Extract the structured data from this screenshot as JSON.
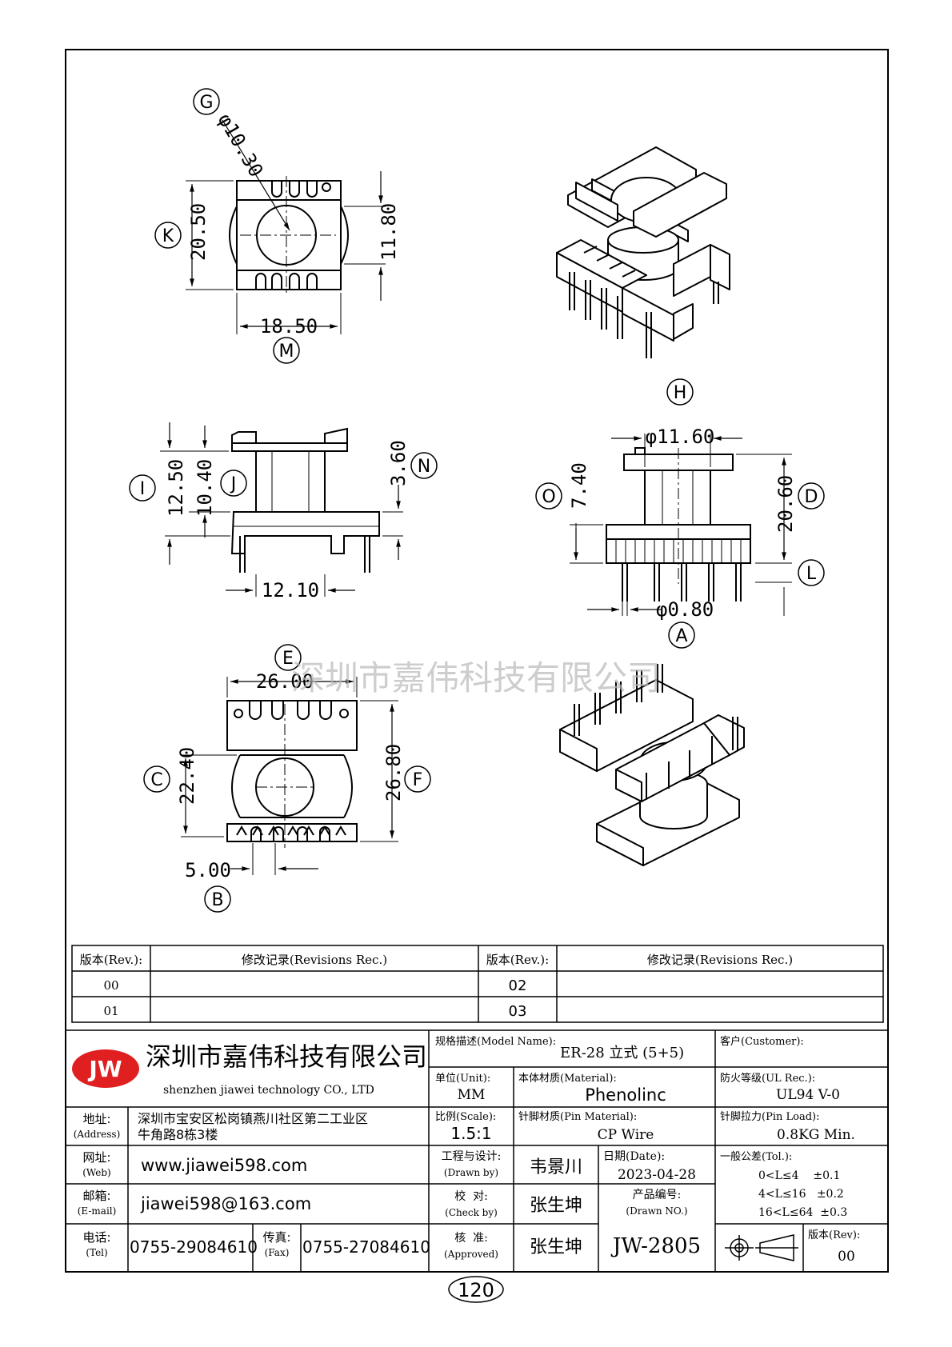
{
  "watermark": "深圳市嘉伟科技有限公司",
  "dims": {
    "G": {
      "letter": "G",
      "value": "φ10.30"
    },
    "K": {
      "letter": "K",
      "value": "20.50"
    },
    "M": {
      "letter": "M",
      "value": "18.50"
    },
    "top_right": "11.80",
    "H": {
      "letter": "H",
      "value": "φ11.60"
    },
    "I": {
      "letter": "I",
      "value": "12.50"
    },
    "J": {
      "letter": "J",
      "value": "10.40"
    },
    "N": {
      "letter": "N",
      "value": "3.60"
    },
    "side_bottom": "12.10",
    "O": {
      "letter": "O",
      "value": "7.40"
    },
    "D": {
      "letter": "D",
      "value": "20.60"
    },
    "L": {
      "letter": "L"
    },
    "A": {
      "letter": "A",
      "value": "φ0.80"
    },
    "E": {
      "letter": "E",
      "value": "26.00"
    },
    "C": {
      "letter": "C",
      "value": "22.40"
    },
    "F": {
      "letter": "F",
      "value": "26.80"
    },
    "B": {
      "letter": "B",
      "value": "5.00"
    }
  },
  "revisions": {
    "header_rev": "版本(Rev.):",
    "header_rec": "修改记录(Revisions Rec.)",
    "rows": [
      "00",
      "01",
      "02",
      "03"
    ]
  },
  "company": {
    "logo": "JW",
    "name_cn": "深圳市嘉伟科技有限公司",
    "name_en": "shenzhen   jiawei   technology   CO., LTD",
    "address_label": "地址:",
    "address_label_en": "(Address)",
    "address_line1": "深圳市宝安区松岗镇燕川社区第二工业区",
    "address_line2": "牛角路8栋3楼",
    "web_label": "网址:",
    "web_label_en": "(Web)",
    "web": "www.jiawei598.com",
    "email_label": "邮箱:",
    "email_label_en": "(E-mail)",
    "email": "jiawei598@163.com",
    "tel_label": "电话:",
    "tel_label_en": "(Tel)",
    "tel": "0755-29084610",
    "fax_label": "传真:",
    "fax_label_en": "(Fax)",
    "fax": "0755-27084610"
  },
  "spec": {
    "model_label": "规格描述(Model Name):",
    "model": "ER-28 立式  (5+5)",
    "customer_label": "客户(Customer):",
    "unit_label": "单位(Unit):",
    "unit": "MM",
    "material_label": "本体材质(Material):",
    "material": "Phenolinc",
    "ul_label": "防火等级(UL Rec.):",
    "ul": "UL94 V-0",
    "scale_label": "比例(Scale):",
    "scale": "1.5:1",
    "pin_material_label": "针脚材质(Pin Material):",
    "pin_material": "CP Wire",
    "pin_load_label": "针脚拉力(Pin Load):",
    "pin_load": "0.8KG Min.",
    "designer_label": "工程与设计:",
    "designer_label_en": "(Drawn by)",
    "designer": "韦景川",
    "date_label": "日期(Date):",
    "date": "2023-04-28",
    "tol_label": "一般公差(Tol.):",
    "tol": [
      "0<L≤4    ±0.1",
      "4<L≤16   ±0.2",
      "16<L≤64  ±0.3"
    ],
    "check_label": "校  对:",
    "check_label_en": "(Check by)",
    "checker": "张生坤",
    "drawing_no_label": "产品编号:",
    "drawing_no_label_en": "(Drawn NO.)",
    "approve_label": "核  准:",
    "approve_label_en": "(Approved)",
    "approver": "张生坤",
    "drawing_no": "JW-2805",
    "rev_label": "版本(Rev):",
    "rev": "00"
  },
  "page_number": "120"
}
